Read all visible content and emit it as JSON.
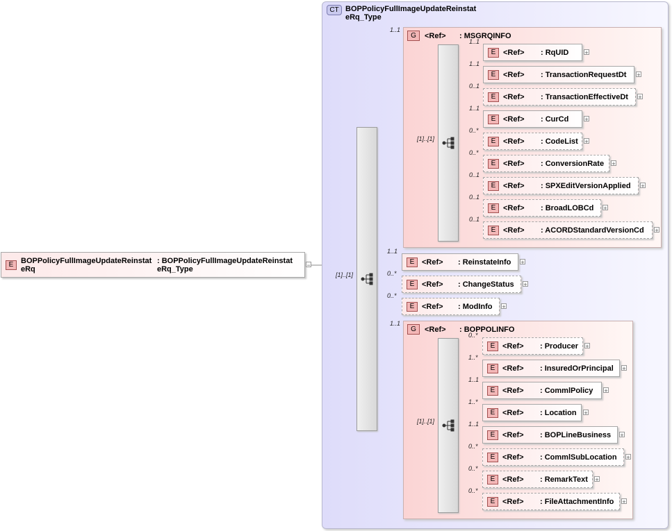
{
  "root": {
    "badge": "E",
    "name_line1": "BOPPolicyFullImageUpdateReinstat",
    "name_line2": "eRq",
    "type_line1": ": BOPPolicyFullImageUpdateReinstat",
    "type_line2": "eRq_Type",
    "collapse": "−"
  },
  "complex_type": {
    "badge": "CT",
    "name_line1": "BOPPolicyFullImageUpdateReinstat",
    "name_line2": "eRq_Type"
  },
  "main_sequence": {
    "cardinality": "[1]..[1]"
  },
  "msgrqinfo": {
    "badge": "G",
    "ref": "<Ref>",
    "name": ": MSGRQINFO",
    "cardinality": "1..1",
    "sequence_cardinality": "[1]..[1]",
    "items": [
      {
        "card": "1..1",
        "ref": "<Ref>",
        "name": ": RqUID"
      },
      {
        "card": "1..1",
        "ref": "<Ref>",
        "name": ": TransactionRequestDt"
      },
      {
        "card": "0..1",
        "ref": "<Ref>",
        "name": ": TransactionEffectiveDt"
      },
      {
        "card": "1..1",
        "ref": "<Ref>",
        "name": ": CurCd"
      },
      {
        "card": "0..*",
        "ref": "<Ref>",
        "name": ": CodeList"
      },
      {
        "card": "0..*",
        "ref": "<Ref>",
        "name": ": ConversionRate"
      },
      {
        "card": "0..1",
        "ref": "<Ref>",
        "name": ": SPXEditVersionApplied"
      },
      {
        "card": "0..1",
        "ref": "<Ref>",
        "name": ": BroadLOBCd"
      },
      {
        "card": "0..1",
        "ref": "<Ref>",
        "name": ": ACORDStandardVersionCd"
      }
    ]
  },
  "middle_items": [
    {
      "card": "1..1",
      "ref": "<Ref>",
      "name": ": ReinstateInfo"
    },
    {
      "card": "0..*",
      "ref": "<Ref>",
      "name": ": ChangeStatus"
    },
    {
      "card": "0..*",
      "ref": "<Ref>",
      "name": ": ModInfo"
    }
  ],
  "boppolinfo": {
    "badge": "G",
    "ref": "<Ref>",
    "name": ": BOPPOLINFO",
    "cardinality": "1..1",
    "sequence_cardinality": "[1]..[1]",
    "items": [
      {
        "card": "0..*",
        "ref": "<Ref>",
        "name": ": Producer"
      },
      {
        "card": "1..*",
        "ref": "<Ref>",
        "name": ": InsuredOrPrincipal"
      },
      {
        "card": "1..1",
        "ref": "<Ref>",
        "name": ": CommlPolicy"
      },
      {
        "card": "1..*",
        "ref": "<Ref>",
        "name": ": Location"
      },
      {
        "card": "1..1",
        "ref": "<Ref>",
        "name": ": BOPLineBusiness"
      },
      {
        "card": "0..*",
        "ref": "<Ref>",
        "name": ": CommlSubLocation"
      },
      {
        "card": "0..*",
        "ref": "<Ref>",
        "name": ": RemarkText"
      },
      {
        "card": "0..*",
        "ref": "<Ref>",
        "name": ": FileAttachmentInfo"
      }
    ]
  },
  "element_badge": "E",
  "expand_symbol": "+",
  "colors": {
    "element_fill": "#fde9e9",
    "group_fill": "#fbd4d4",
    "type_fill": "#dedcfa",
    "line": "#888888"
  }
}
